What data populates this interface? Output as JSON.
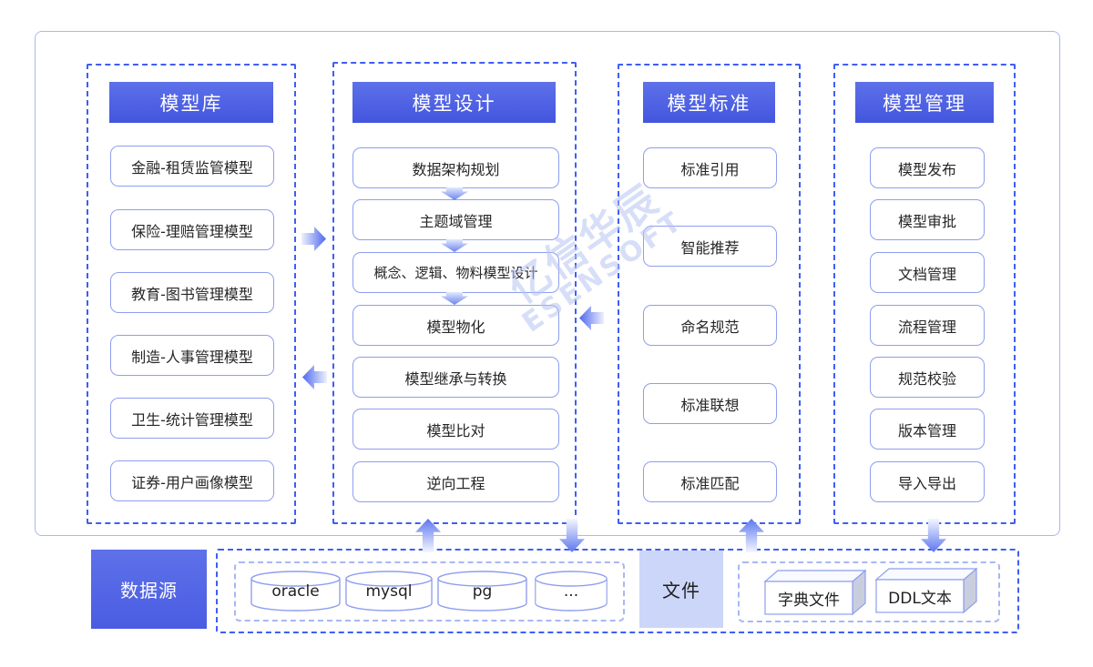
{
  "colors": {
    "header_blue": "#4d61e1",
    "dashed_border_blue": "#3f5ef6",
    "light_dashed_border": "#a8b7f4",
    "item_border": "#8e9eef",
    "outer_border": "#aab8f0",
    "datasource_bg": "#5565e5",
    "file_bg": "#ccd6f8",
    "arrow_blue": "#4e68ee",
    "watermark_blue": "#b7c4f2"
  },
  "watermark": {
    "line1": "亿信华辰",
    "line2": "ESENSOFT"
  },
  "columns": [
    {
      "title": "模型库",
      "items": [
        "金融-租赁监管模型",
        "保险-理赔管理模型",
        "教育-图书管理模型",
        "制造-人事管理模型",
        "卫生-统计管理模型",
        "证券-用户画像模型"
      ]
    },
    {
      "title": "模型设计",
      "items": [
        "数据架构规划",
        "主题域管理",
        "概念、逻辑、物料模型设计",
        "模型物化",
        "模型继承与转换",
        "模型比对",
        "逆向工程"
      ]
    },
    {
      "title": "模型标准",
      "items": [
        "标准引用",
        "智能推荐",
        "命名规范",
        "标准联想",
        "标准匹配"
      ]
    },
    {
      "title": "模型管理",
      "items": [
        "模型发布",
        "模型审批",
        "文档管理",
        "流程管理",
        "规范校验",
        "版本管理",
        "导入导出"
      ]
    }
  ],
  "bottom": {
    "datasource_label": "数据源",
    "databases": [
      "oracle",
      "mysql",
      "pg",
      "..."
    ],
    "file_label": "文件",
    "file_items": [
      "字典文件",
      "DDL文本"
    ]
  }
}
